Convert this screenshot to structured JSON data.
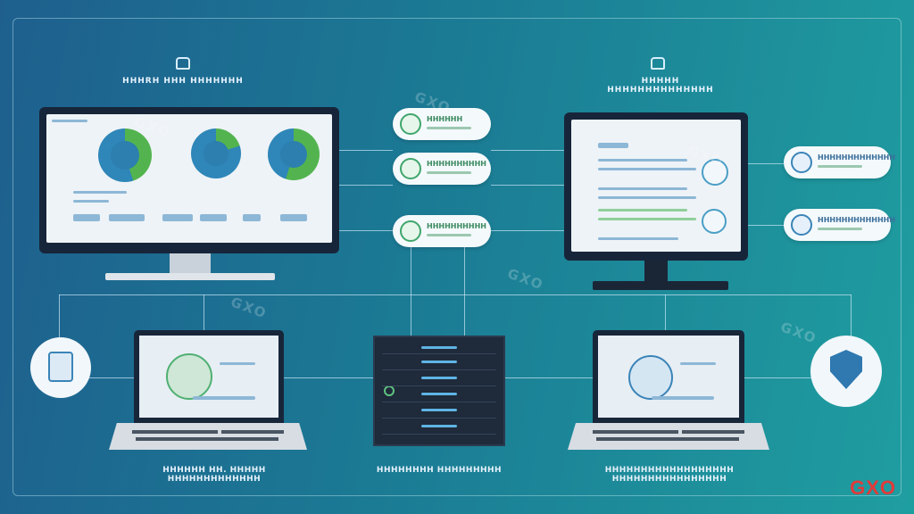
{
  "headings": {
    "left": "HHHRH HHH HHHHHHH",
    "right": "HHHHH HHHHHHHHHHHHHH"
  },
  "pills_left": [
    {
      "title": "HHHHHH",
      "icon": "lock-icon"
    },
    {
      "title": "HHHHHHHHHH",
      "icon": "shield-icon"
    },
    {
      "title": "HHHHHHHHHH",
      "icon": "leaf-icon"
    }
  ],
  "pills_right": [
    {
      "title": "HHHHHHHHHHHHH",
      "icon": "document-icon"
    },
    {
      "title": "HHHHHHHHHHHHH",
      "icon": "chart-icon"
    }
  ],
  "captions": {
    "left": "HHHHHH HH. HHHHH HHHHHHHHHHHHH",
    "center": "HHHHHHHH HHHHHHHHH",
    "right": "HHHHHHHHHHHHHHHHHH HHHHHHHHHHHHHHHH"
  },
  "watermarks": [
    "GXO",
    "GXO",
    "GXO",
    "GXO",
    "GXO",
    "GXO"
  ],
  "brand": "GXO",
  "colors": {
    "accent_green": "#53b44f",
    "accent_blue": "#2f86b8",
    "brand_red": "#e23a3a"
  }
}
